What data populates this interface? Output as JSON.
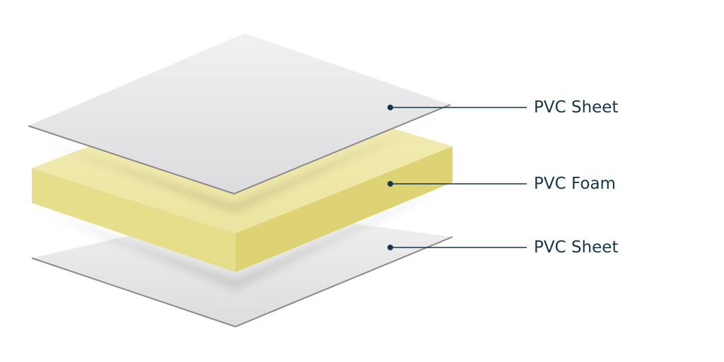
{
  "colors": {
    "sheet": "#e6e6e7",
    "sheet_edge": "#8a8a8c",
    "foam_top": "#efe8a8",
    "foam_side": "#e2d87a",
    "callout": "#15364b"
  },
  "layers": [
    {
      "label": "PVC Sheet",
      "material": "sheet"
    },
    {
      "label": "PVC Foam",
      "material": "foam"
    },
    {
      "label": "PVC Sheet",
      "material": "sheet"
    }
  ]
}
